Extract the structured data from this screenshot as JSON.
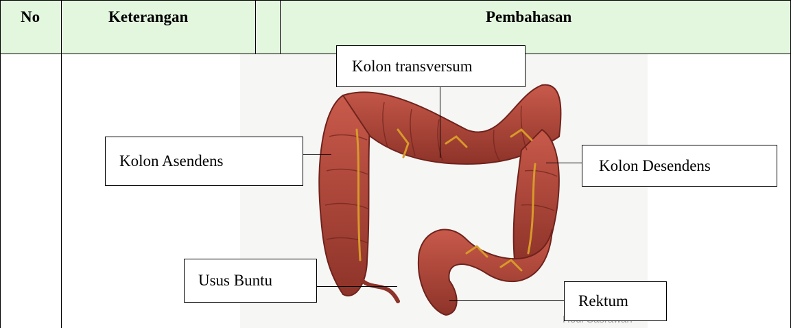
{
  "table": {
    "headers": {
      "no": "No",
      "keterangan": "Keterangan",
      "pembahasan": "Pembahasan"
    }
  },
  "diagram": {
    "labels": {
      "kolon_transversum": "Kolon transversum",
      "kolon_asendens": "Kolon Asendens",
      "kolon_desendens": "Kolon Desendens",
      "usus_buntu": "Usus Buntu",
      "rektum": "Rektum"
    },
    "watermark": "Hedi Sasrawan"
  },
  "colors": {
    "header_bg": "#e3f7df",
    "intestine": "#b4473a",
    "intestine_dark": "#7f2a22",
    "vessel": "#d89a2a"
  }
}
